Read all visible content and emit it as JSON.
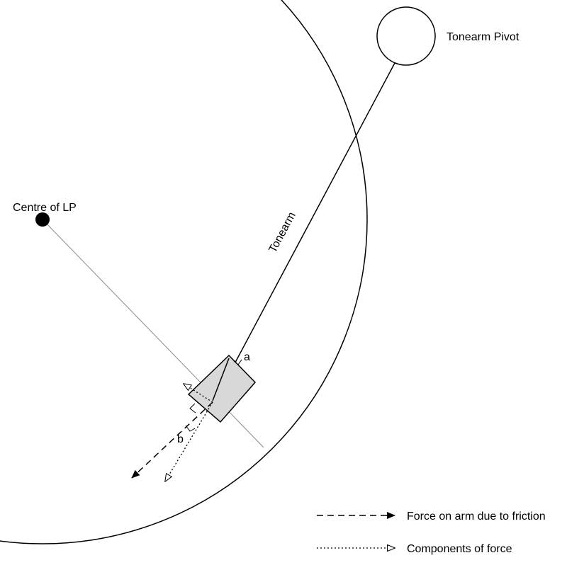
{
  "labels": {
    "pivot": "Tonearm Pivot",
    "centre": "Centre of LP",
    "tonearm": "Tonearm",
    "angle_a": "a",
    "angle_b": "b"
  },
  "legend": {
    "friction": "Force on arm due to friction",
    "components": "Components of force"
  }
}
